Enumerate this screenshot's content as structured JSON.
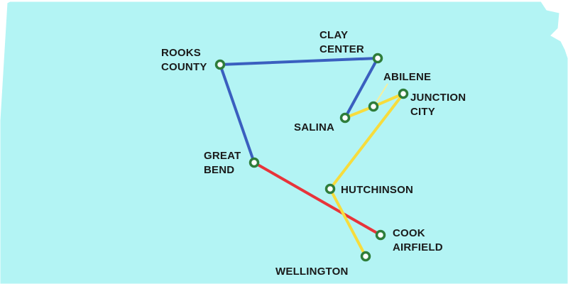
{
  "colors": {
    "state_fill": "#b3f4f4",
    "state_stroke": "#ffffff",
    "route_blue": "#3a5fbf",
    "route_red": "#e8343a",
    "route_yellow": "#f7dc3c",
    "node_fill": "#ffffff",
    "node_stroke": "#2e7d3a"
  },
  "cities": {
    "rooks_county": "ROOKS\nCOUNTY",
    "clay_center": "CLAY\nCENTER",
    "abilene": "ABILENE",
    "junction_city": "JUNCTION\nCITY",
    "salina": "SALINA",
    "great_bend": "GREAT\nBEND",
    "hutchinson": "HUTCHINSON",
    "cook_airfield": "COOK\nAIRFIELD",
    "wellington": "WELLINGTON"
  },
  "routes": [
    {
      "from": "rooks_county",
      "to": "clay_center",
      "color": "blue"
    },
    {
      "from": "clay_center",
      "to": "salina",
      "color": "blue"
    },
    {
      "from": "rooks_county",
      "to": "great_bend",
      "color": "blue"
    },
    {
      "from": "great_bend",
      "to": "cook_airfield",
      "color": "red"
    },
    {
      "from": "salina",
      "to": "abilene",
      "color": "yellow"
    },
    {
      "from": "abilene",
      "to": "junction_city",
      "color": "yellow"
    },
    {
      "from": "junction_city",
      "to": "hutchinson",
      "color": "yellow"
    },
    {
      "from": "hutchinson",
      "to": "wellington",
      "color": "yellow"
    }
  ]
}
